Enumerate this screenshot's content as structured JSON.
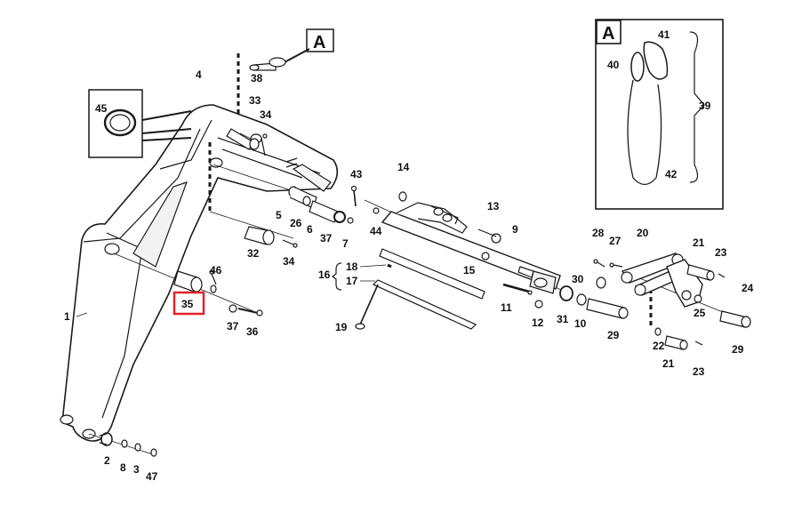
{
  "callouts": {
    "c1": "1",
    "c2": "2",
    "c3": "3",
    "c4": "4",
    "c5": "5",
    "c6": "6",
    "c7": "7",
    "c8": "8",
    "c9": "9",
    "c10": "10",
    "c11": "11",
    "c12": "12",
    "c13": "13",
    "c14": "14",
    "c15": "15",
    "c16": "16",
    "c17": "17",
    "c18": "18",
    "c19": "19",
    "c20": "20",
    "c21a": "21",
    "c21b": "21",
    "c22": "22",
    "c23a": "23",
    "c23b": "23",
    "c24": "24",
    "c25": "25",
    "c26": "26",
    "c27": "27",
    "c28": "28",
    "c29a": "29",
    "c29b": "29",
    "c30": "30",
    "c31": "31",
    "c32": "32",
    "c33": "33",
    "c34a": "34",
    "c34b": "34",
    "c35": "35",
    "c36": "36",
    "c37a": "37",
    "c37b": "37",
    "c38": "38",
    "c39": "39",
    "c40": "40",
    "c41": "41",
    "c42": "42",
    "c43": "43",
    "c44": "44",
    "c45": "45",
    "c46": "46",
    "c47": "47"
  },
  "detail_views": {
    "marker_main": "A",
    "marker_inset": "A"
  },
  "highlight": {
    "part": "35",
    "color": "#e0242a"
  },
  "colors": {
    "line": "#1a1a1a",
    "fill": "#ffffff",
    "shade": "#e9e9e9"
  }
}
